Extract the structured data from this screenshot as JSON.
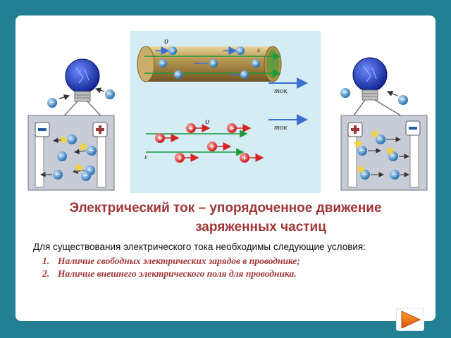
{
  "diagram": {
    "velocity_label": "υ",
    "field_label": "E",
    "current_label_top": "ток",
    "current_label_bottom": "ток",
    "plus": "+",
    "minus": "−"
  },
  "title_line1": "Электрический ток – упорядоченное движение",
  "title_line2": "заряженных частиц",
  "intro": "Для существования электрического тока необходимы следующие условия:",
  "conditions": [
    {
      "num": "1.",
      "text": "Наличие свободных электрических зарядов в проводнике;"
    },
    {
      "num": "2.",
      "text": "Наличие внешнего электрического поля для проводника."
    }
  ],
  "colors": {
    "background": "#237f93",
    "accent": "#a13536",
    "arrow_blue": "#3b6fd0",
    "field_green": "#1a9a3a",
    "electron": "#2f7fc0",
    "proton": "#d42424"
  },
  "icons": [
    "lightbulb-icon",
    "battery-icon",
    "next-arrow-icon"
  ]
}
